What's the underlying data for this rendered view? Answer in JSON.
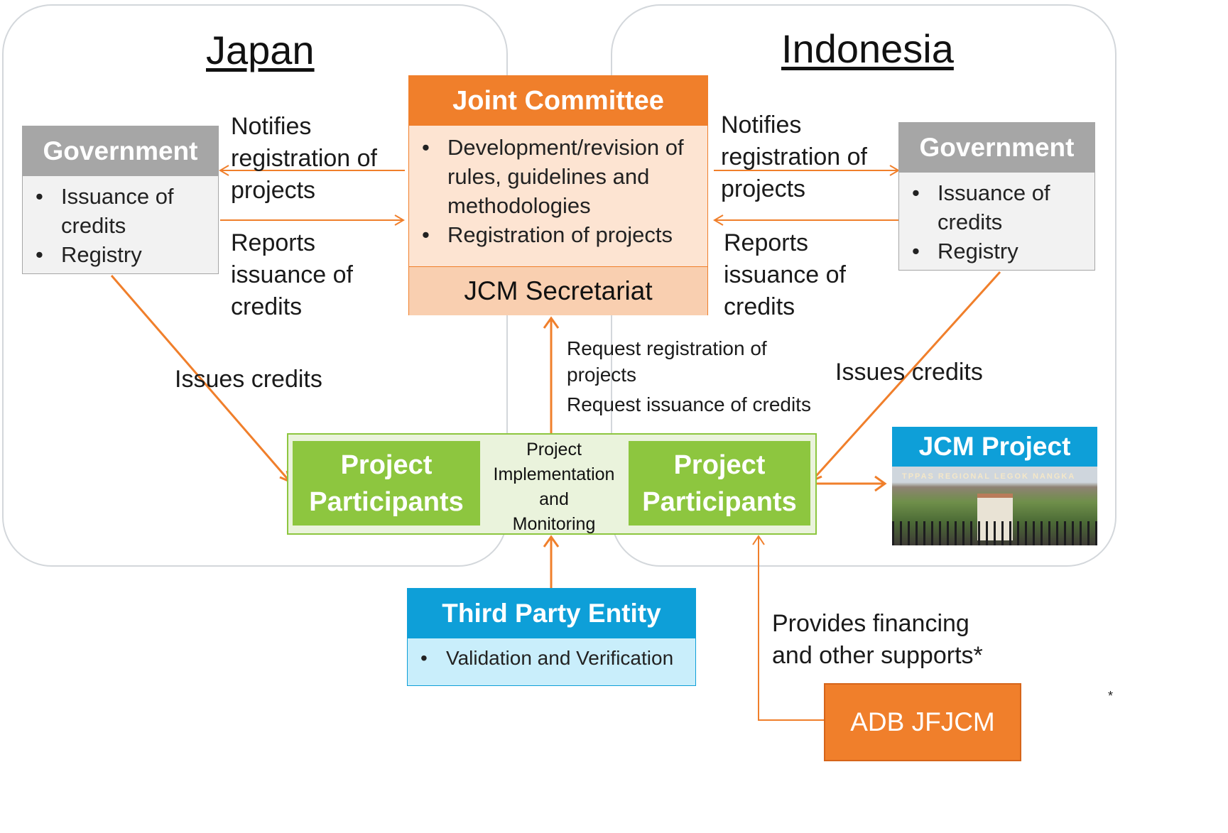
{
  "regions": {
    "japan": "Japan",
    "indonesia": "Indonesia"
  },
  "joint_committee": {
    "title": "Joint Committee",
    "items": [
      "Development/revision of rules, guidelines and methodologies",
      "Registration of projects"
    ],
    "secretariat": "JCM Secretariat"
  },
  "government_japan": {
    "title": "Government",
    "items": [
      "Issuance of credits",
      "Registry"
    ]
  },
  "government_indonesia": {
    "title": "Government",
    "items": [
      "Issuance of credits",
      "Registry"
    ]
  },
  "labels": {
    "notifies_left": [
      "Notifies",
      "registration of",
      "projects"
    ],
    "reports_left": [
      "Reports",
      "issuance of",
      "credits"
    ],
    "notifies_right": [
      "Notifies",
      "registration of",
      "projects"
    ],
    "reports_right": [
      "Reports",
      "issuance of",
      "credits"
    ],
    "issues_credits_left": "Issues credits",
    "issues_credits_right": "Issues credits",
    "request_registration": [
      "Request registration of",
      "projects"
    ],
    "request_issuance": "Request issuance of credits",
    "provides_financing": [
      "Provides financing",
      "and other supports*"
    ]
  },
  "project_participants": {
    "left": [
      "Project",
      "Participants"
    ],
    "right": [
      "Project",
      "Participants"
    ],
    "center": [
      "Project",
      "Implementation",
      "and",
      "Monitoring"
    ]
  },
  "jcm_project": {
    "title": "JCM Project",
    "photo_sign": "TPPAS REGIONAL LEGOK NANGKA"
  },
  "third_party": {
    "title": "Third Party Entity",
    "items": [
      "Validation and Verification"
    ]
  },
  "adb": {
    "label": "ADB JFJCM"
  },
  "footnote_mark": "*",
  "colors": {
    "orange": "#f07f2b",
    "orange_light": "#fde4d2",
    "orange_mid": "#f9cfb0",
    "gray_head": "#a6a6a6",
    "gray_body": "#f2f2f2",
    "green": "#8dc63f",
    "green_light": "#eaf3dc",
    "blue": "#0e9fd8",
    "blue_light": "#c9eefb"
  }
}
